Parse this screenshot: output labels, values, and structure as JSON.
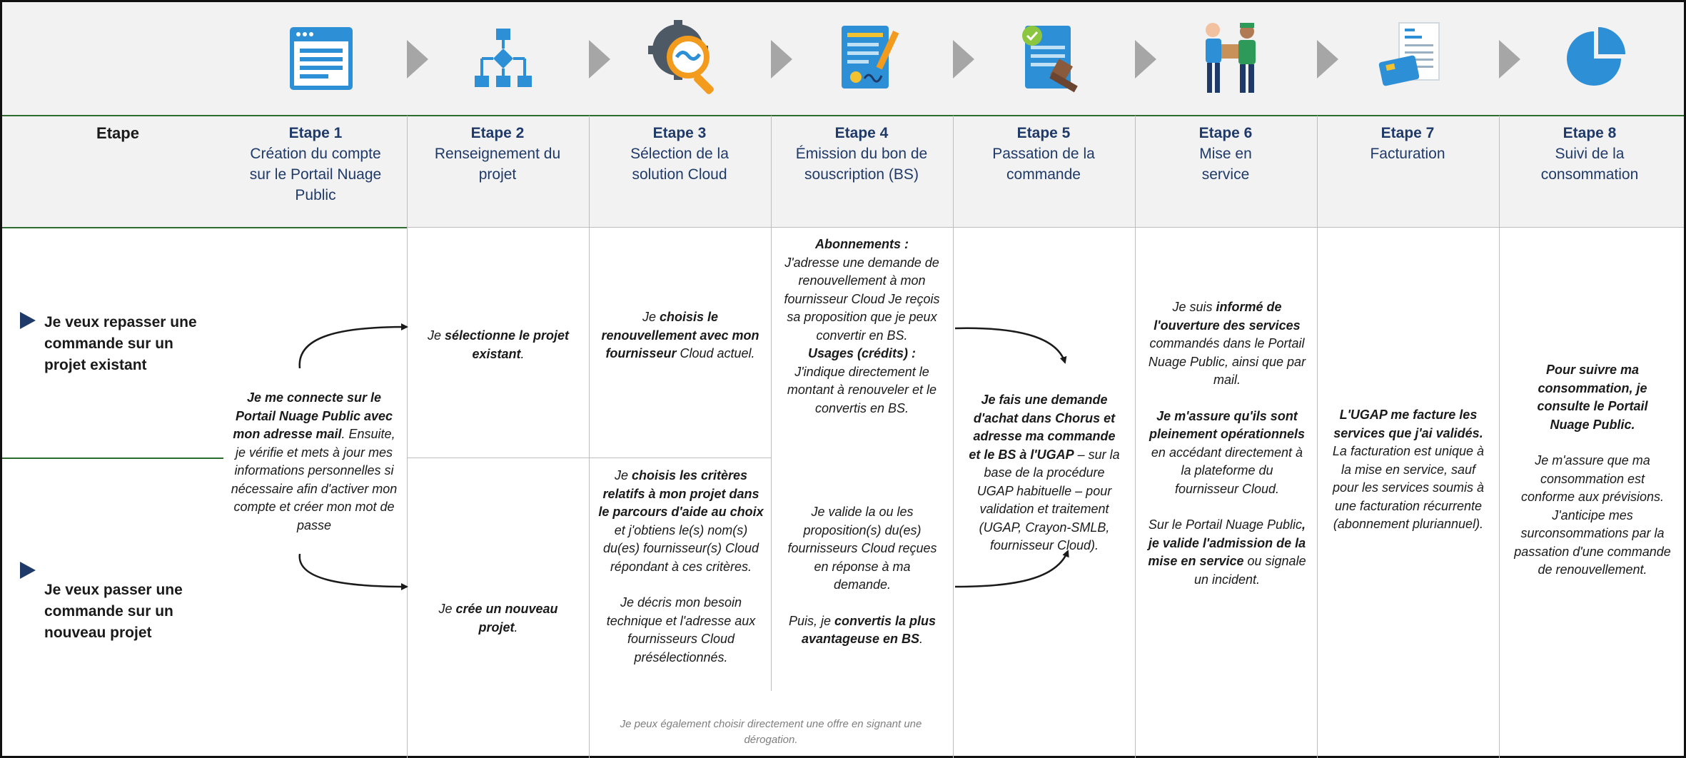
{
  "header": {
    "column_label": "Etape"
  },
  "steps": [
    {
      "number": "Etape 1",
      "name": "Création du compte sur le Portail Nuage Public",
      "icon": "browser-window-icon"
    },
    {
      "number": "Etape 2",
      "name": "Renseignement du projet",
      "icon": "flowchart-icon"
    },
    {
      "number": "Etape 3",
      "name": "Sélection de la solution Cloud",
      "icon": "gear-magnifier-icon"
    },
    {
      "number": "Etape 4",
      "name": "Émission du bon de souscription (BS)",
      "icon": "signed-document-icon"
    },
    {
      "number": "Etape 5",
      "name": "Passation de la commande",
      "icon": "stamped-order-icon"
    },
    {
      "number": "Etape 6",
      "name": "Mise en service",
      "icon": "delivery-people-icon"
    },
    {
      "number": "Etape 7",
      "name": "Facturation",
      "icon": "invoice-card-icon"
    },
    {
      "number": "Etape 8",
      "name": "Suivi de la consommation",
      "icon": "pie-chart-icon"
    }
  ],
  "rows": {
    "existing": "Je veux repasser une commande sur un projet existant",
    "new": "Je veux passer une commande sur un nouveau projet"
  },
  "cells": {
    "step1": {
      "a_bold": "Je me connecte sur le Portail Nuage Public avec mon adresse mail",
      "a_tail": ".",
      "b": "Ensuite, je vérifie et mets à jour mes informations personnelles si nécessaire afin d'activer mon compte et créer mon mot de passe"
    },
    "step2_existing": {
      "pre": "Je ",
      "bold": "sélectionne le projet existant",
      "post": "."
    },
    "step2_new": {
      "pre": "Je ",
      "bold": "crée un nouveau projet",
      "post": "."
    },
    "step3_existing": {
      "pre": "Je ",
      "bold": "choisis le renouvellement avec mon fournisseur",
      "post": " Cloud actuel."
    },
    "step3_new": {
      "p1_pre": "Je ",
      "p1_bold": "choisis les critères relatifs à mon projet dans le parcours d'aide au choix",
      "p1_post": " et j'obtiens le(s) nom(s) du(es) fournisseur(s) Cloud répondant à ces critères.",
      "p2": "Je décris mon besoin technique et l'adresse aux fournisseurs Cloud présélectionnés."
    },
    "step3_note": "Je peux également choisir directement une offre en signant une dérogation.",
    "step4_existing": {
      "t1": "Abonnements :",
      "p1": "J'adresse une demande de renouvellement à mon fournisseur Cloud Je reçois sa proposition que je peux convertir en BS.",
      "t2": "Usages (crédits) :",
      "p2": "J'indique directement le montant à renouveler et le convertis en BS."
    },
    "step4_new": {
      "p1": "Je valide la ou les proposition(s) du(es) fournisseurs Cloud reçues en réponse à ma demande.",
      "p2_pre": "Puis, je ",
      "p2_bold": "convertis la plus avantageuse en BS",
      "p2_post": "."
    },
    "step5": {
      "bold": "Je fais une demande d'achat dans Chorus et adresse ma commande et le BS à l'UGAP",
      "post": " – sur la base de la procédure UGAP habituelle – pour validation et traitement (UGAP, Crayon-SMLB, fournisseur Cloud)."
    },
    "step6": {
      "p1_pre": "Je suis ",
      "p1_bold": "informé de l'ouverture des services",
      "p1_post": " commandés dans le Portail Nuage Public, ainsi que par mail.",
      "p2_bold": "Je m'assure qu'ils sont pleinement opérationnels",
      "p2_post": " en accédant directement à la plateforme du fournisseur Cloud.",
      "p3_pre": "Sur le Portail Nuage Public",
      "p3_bold": ", je valide l'admission de la mise en service",
      "p3_post": " ou signale un incident."
    },
    "step7": {
      "bold": "L'UGAP me facture les services que j'ai validés.",
      "post": " La facturation est unique à la mise en service, sauf pour les services soumis à une facturation récurrente (abonnement pluriannuel)."
    },
    "step8": {
      "p1_bold": "Pour suivre ma consommation, je consulte le Portail Nuage Public.",
      "p2": "Je m'assure que ma consommation est conforme aux prévisions. J'anticipe mes surconsommations par la passation d'une commande de renouvellement."
    }
  },
  "colors": {
    "accent": "#1f3a68",
    "icon_blue": "#2d8fd6",
    "band": "#f2f2f2",
    "green_line": "#2e6b2e",
    "chevron": "#a6a6a6"
  }
}
